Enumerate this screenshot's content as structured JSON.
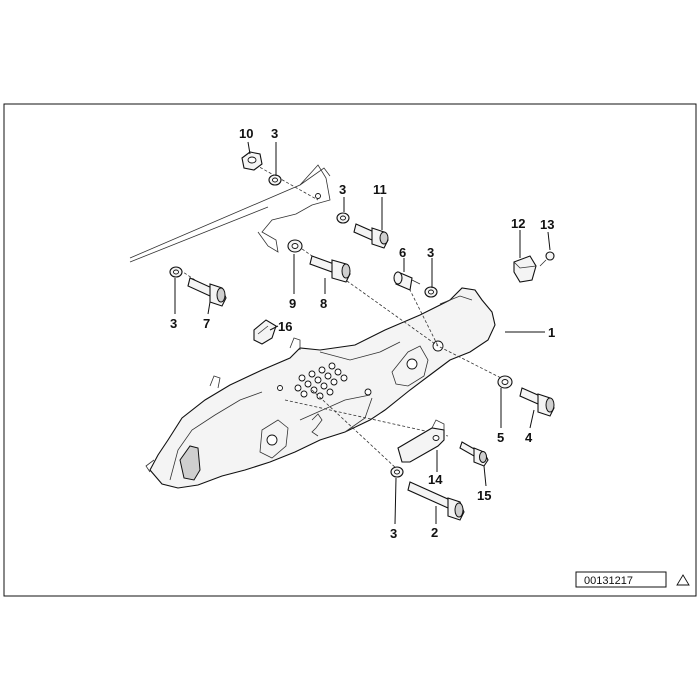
{
  "diagram": {
    "reference_number": "00131217",
    "callouts": [
      {
        "id": "c1",
        "label": "1"
      },
      {
        "id": "c2",
        "label": "2"
      },
      {
        "id": "c3a",
        "label": "3"
      },
      {
        "id": "c3b",
        "label": "3"
      },
      {
        "id": "c3c",
        "label": "3"
      },
      {
        "id": "c3d",
        "label": "3"
      },
      {
        "id": "c3e",
        "label": "3"
      },
      {
        "id": "c4",
        "label": "4"
      },
      {
        "id": "c5",
        "label": "5"
      },
      {
        "id": "c6",
        "label": "6"
      },
      {
        "id": "c7",
        "label": "7"
      },
      {
        "id": "c8",
        "label": "8"
      },
      {
        "id": "c9",
        "label": "9"
      },
      {
        "id": "c10",
        "label": "10"
      },
      {
        "id": "c11",
        "label": "11"
      },
      {
        "id": "c12",
        "label": "12"
      },
      {
        "id": "c13",
        "label": "13"
      },
      {
        "id": "c14",
        "label": "14"
      },
      {
        "id": "c15",
        "label": "15"
      },
      {
        "id": "c16",
        "label": "16"
      }
    ]
  }
}
